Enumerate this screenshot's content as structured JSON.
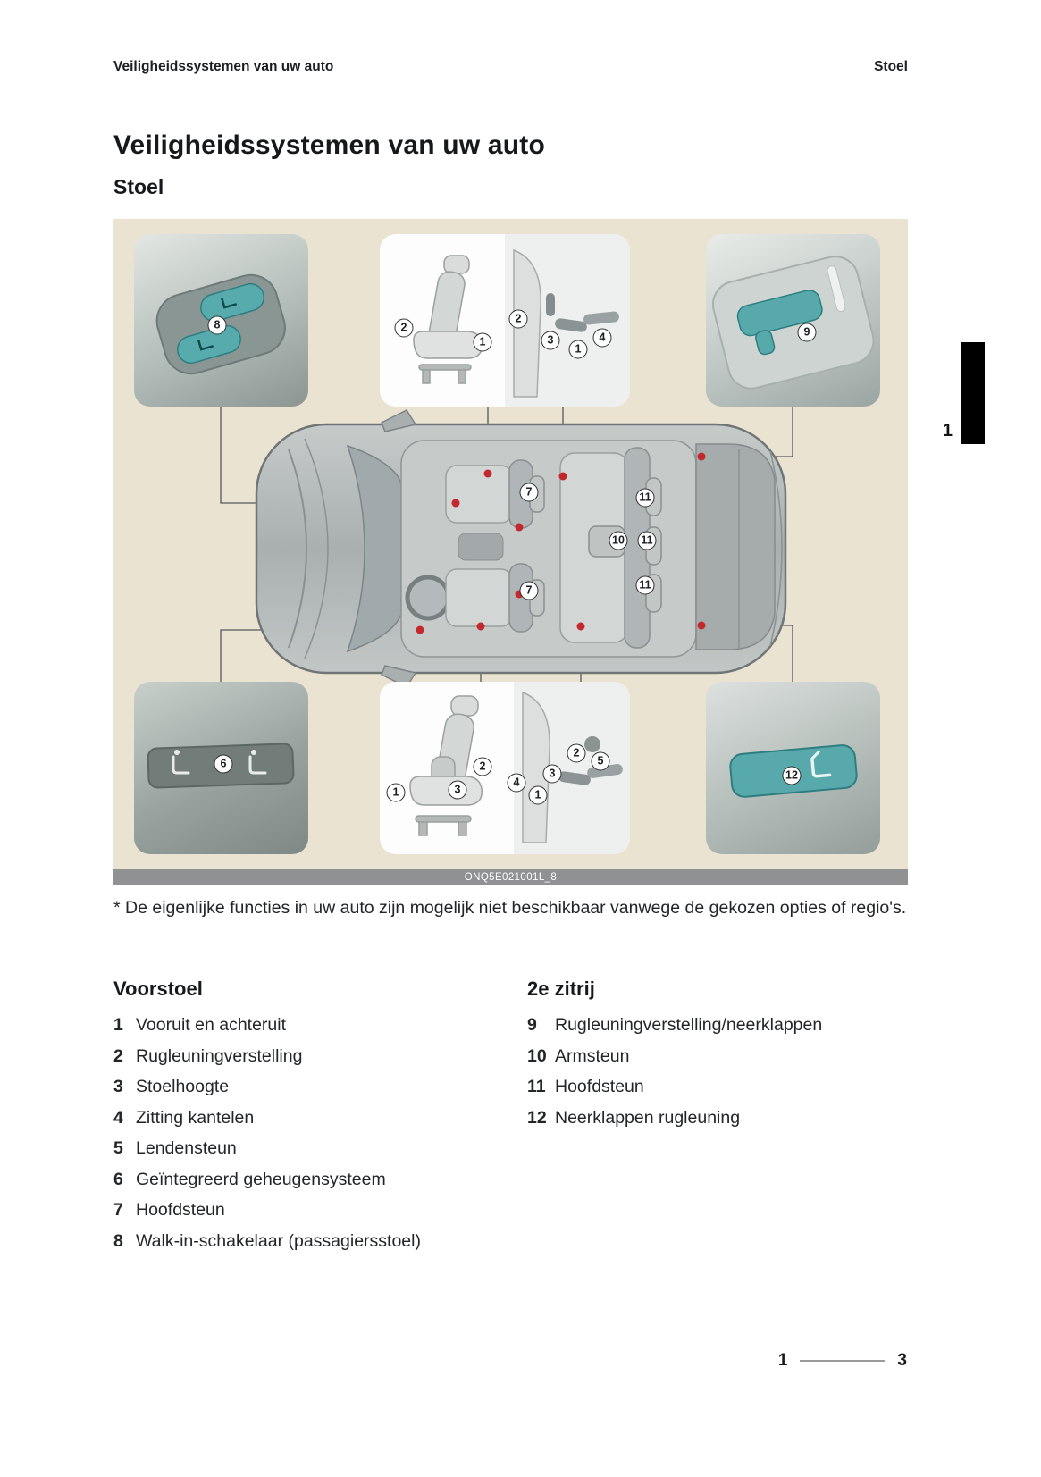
{
  "page": {
    "header_left": "Veiligheidssystemen van uw auto",
    "header_right": "Stoel",
    "title": "Veiligheidssystemen van uw auto",
    "subtitle": "Stoel",
    "chapter_tab_number": "1",
    "footnote_marker": "*",
    "footnote_text": "De eigenlijke functies in uw auto zijn mogelijk niet beschikbaar vanwege de gekozen opties of regio's.",
    "footer_chapter": "1",
    "footer_page": "3"
  },
  "figure": {
    "code": "ONQ5E021001L_8",
    "panels": {
      "top_left": {
        "callouts": [
          "8"
        ]
      },
      "top_center": {
        "callouts": [
          "2",
          "1",
          "2",
          "3",
          "1",
          "4"
        ]
      },
      "top_right": {
        "callouts": [
          "9"
        ]
      },
      "bottom_left": {
        "callouts": [
          "6"
        ]
      },
      "bottom_center": {
        "callouts": [
          "1",
          "3",
          "2",
          "4",
          "1",
          "3",
          "2",
          "5"
        ]
      },
      "bottom_right": {
        "callouts": [
          "12"
        ]
      }
    },
    "car_callouts": [
      "7",
      "11",
      "10",
      "11",
      "7",
      "11"
    ]
  },
  "lists": {
    "front_seat": {
      "title": "Voorstoel",
      "items": [
        {
          "num": "1",
          "label": "Vooruit en achteruit"
        },
        {
          "num": "2",
          "label": "Rugleuningverstelling"
        },
        {
          "num": "3",
          "label": "Stoelhoogte"
        },
        {
          "num": "4",
          "label": "Zitting kantelen"
        },
        {
          "num": "5",
          "label": "Lendensteun"
        },
        {
          "num": "6",
          "label": "Geïntegreerd geheugensysteem"
        },
        {
          "num": "7",
          "label": "Hoofdsteun"
        },
        {
          "num": "8",
          "label": "Walk-in-schakelaar (passagiersstoel)"
        }
      ]
    },
    "second_row": {
      "title": "2e zitrij",
      "items": [
        {
          "num": "9",
          "label": "Rugleuningverstelling/neerklappen"
        },
        {
          "num": "10",
          "label": "Armsteun"
        },
        {
          "num": "11",
          "label": "Hoofdsteun"
        },
        {
          "num": "12",
          "label": "Neerklappen rugleuning"
        }
      ]
    }
  }
}
